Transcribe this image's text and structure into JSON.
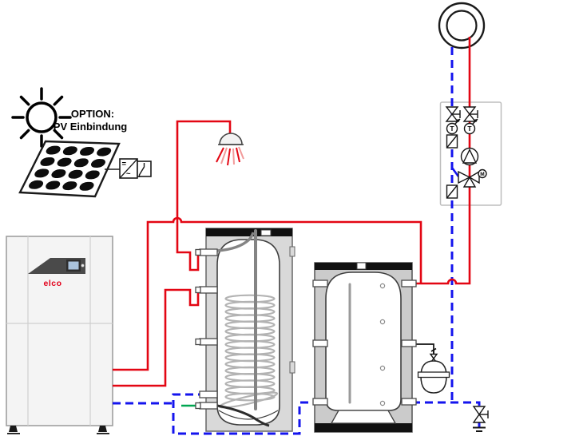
{
  "pv_option": {
    "label_line1": "OPTION:",
    "label_line2": "PV Einbindung",
    "inverter_dc_label": "=",
    "inverter_ac_label": "~"
  },
  "heat_pump": {
    "brand": "elco"
  },
  "pump_group": {
    "thermometer_label": "T",
    "mixer_motor_label": "M"
  },
  "colors": {
    "flow_pipe": "#e30613",
    "return_pipe": "#1414ee",
    "cold_water_pipe": "#00a651",
    "expansion_pipe": "#111111",
    "brand_red": "#e2001a",
    "coil": "#b3b3b3"
  },
  "components": {
    "sun": "sun-icon",
    "pv_panel": "pv-panel-icon",
    "inverter": "inverter-icon",
    "heat_pump": "heat-pump-unit",
    "dhw_coil_tank": "dhw-tank",
    "buffer_tank": "buffer-tank",
    "shower": "shower-icon",
    "heating_circuit": "heating-circuit-icon",
    "pump": "pump-icon",
    "mixing_valve": "mixing-valve-icon",
    "shutoff_valve": "shutoff-valve-icon",
    "thermometer": "thermometer-icon",
    "balancing_valve": "balancing-valve-icon",
    "expansion_vessel": "expansion-vessel-icon",
    "drain_valve": "drain-valve-icon"
  }
}
